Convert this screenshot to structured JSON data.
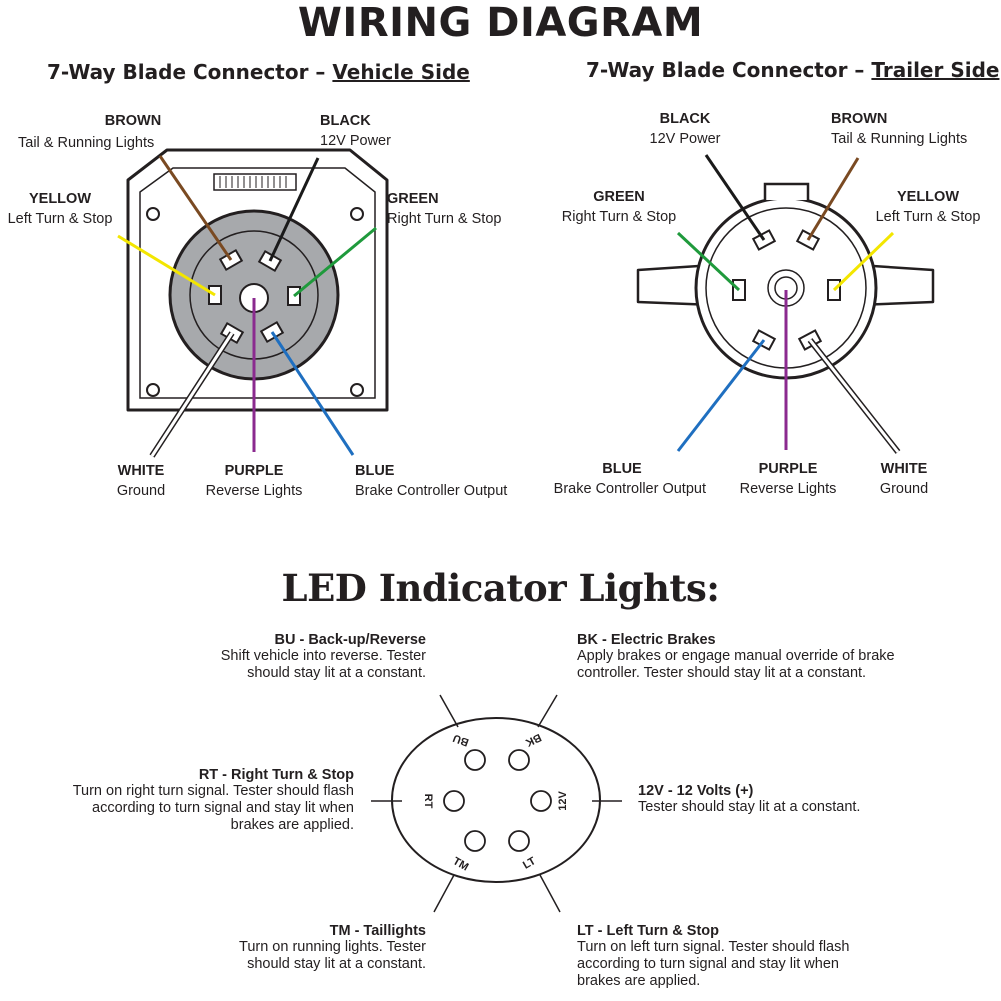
{
  "title": "WIRING DIAGRAM",
  "vehicle": {
    "heading_prefix": "7-Way Blade Connector –",
    "heading_side": "Vehicle Side",
    "brown": {
      "color": "BROWN",
      "func": "Tail & Running Lights"
    },
    "black": {
      "color": "BLACK",
      "func": "12V Power"
    },
    "yellow": {
      "color": "YELLOW",
      "func": "Left Turn & Stop"
    },
    "green": {
      "color": "GREEN",
      "func": "Right Turn & Stop"
    },
    "white": {
      "color": "WHITE",
      "func": "Ground"
    },
    "purple": {
      "color": "PURPLE",
      "func": "Reverse Lights"
    },
    "blue": {
      "color": "BLUE",
      "func": "Brake Controller Output"
    }
  },
  "trailer": {
    "heading_prefix": "7-Way Blade Connector –",
    "heading_side": "Trailer Side",
    "black": {
      "color": "BLACK",
      "func": "12V Power"
    },
    "brown": {
      "color": "BROWN",
      "func": "Tail & Running Lights"
    },
    "green": {
      "color": "GREEN",
      "func": "Right Turn & Stop"
    },
    "yellow": {
      "color": "YELLOW",
      "func": "Left Turn & Stop"
    },
    "blue": {
      "color": "BLUE",
      "func": "Brake Controller Output"
    },
    "purple": {
      "color": "PURPLE",
      "func": "Reverse Lights"
    },
    "white": {
      "color": "WHITE",
      "func": "Ground"
    }
  },
  "led": {
    "title": "LED Indicator Lights:",
    "pins": {
      "bu": "BU",
      "bk": "BK",
      "rt": "RT",
      "v12": "12V",
      "tm": "TM",
      "lt": "LT"
    },
    "bu": {
      "head": "BU - Back-up/Reverse",
      "desc": "Shift vehicle into reverse. Tester should stay lit at a constant."
    },
    "bk": {
      "head": "BK - Electric Brakes",
      "desc": "Apply brakes or engage manual override of brake controller. Tester should stay lit at a constant."
    },
    "rt": {
      "head": "RT - Right Turn & Stop",
      "desc": "Turn on right turn signal. Tester should flash according to turn signal and stay lit when brakes are applied."
    },
    "v12": {
      "head": "12V - 12 Volts (+)",
      "desc": "Tester should stay lit at a constant."
    },
    "tm": {
      "head": "TM - Taillights",
      "desc": "Turn on running lights. Tester should stay lit at a constant."
    },
    "lt": {
      "head": "LT - Left Turn & Stop",
      "desc": "Turn on left turn signal. Tester should flash according to turn signal and stay lit when brakes are applied."
    }
  },
  "colors": {
    "brown": "#7a4a22",
    "black": "#1a1a1a",
    "yellow": "#f3e600",
    "green": "#1f9a3c",
    "white": "#ffffff",
    "purple": "#8b2a8f",
    "blue": "#1f6fc0",
    "face_gray": "#a7a9ac"
  }
}
